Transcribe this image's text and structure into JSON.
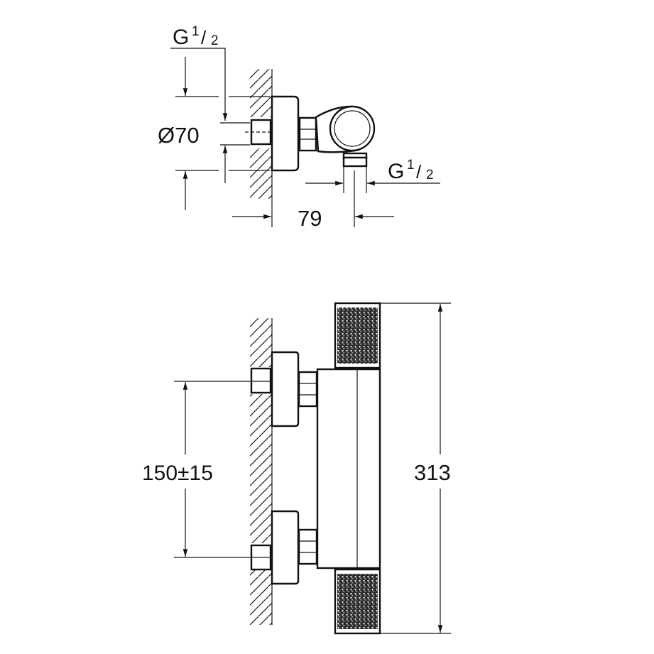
{
  "top_view": {
    "inlet_thread": {
      "prefix": "G",
      "numerator": "1",
      "denominator": "2"
    },
    "escutcheon_diameter": "Ø70",
    "outlet_thread": {
      "prefix": "G",
      "numerator": "1",
      "denominator": "2"
    },
    "projection_depth": "79"
  },
  "front_view": {
    "inlet_spacing": "150±15",
    "overall_height": "313"
  },
  "colors": {
    "line": "#111111",
    "background": "#ffffff"
  }
}
